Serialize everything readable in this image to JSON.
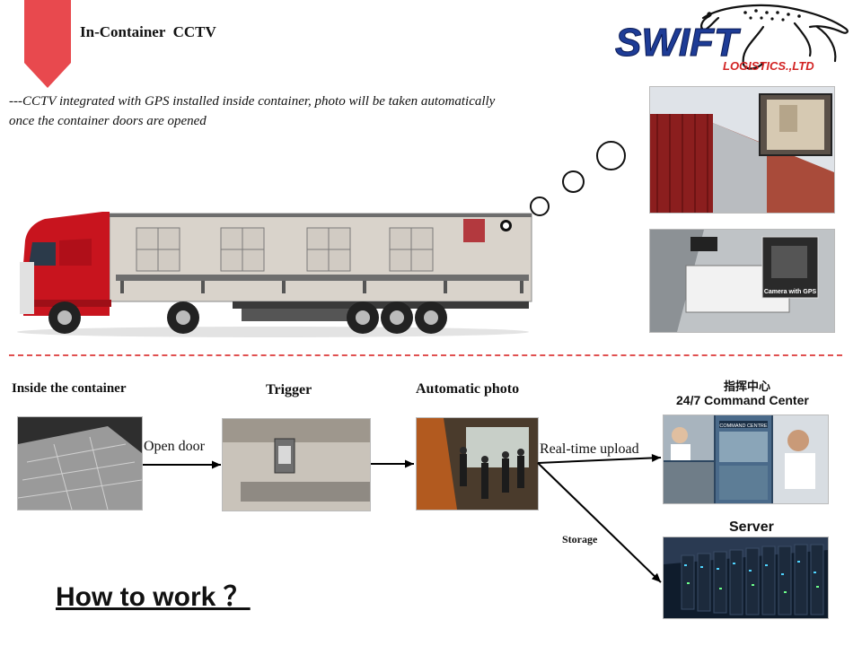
{
  "header": {
    "title": "In-Container  CCTV",
    "description_line1": "---CCTV integrated with GPS installed inside container, photo will be taken automatically",
    "description_line2": "once the container doors are opened"
  },
  "logo": {
    "brand": "SWIFT",
    "subtitle": "LOGISTICS.,LTD"
  },
  "photos": {
    "camera_caption": "Camera with GPS",
    "command_screen_text": "COMMAND CENTRE"
  },
  "flow": {
    "step1_title": "Inside the container",
    "step1_arrow_label": "Open door",
    "step2_title": "Trigger",
    "step3_title": "Automatic photo",
    "step3_arrow_label": "Real-time upload",
    "command_title_cn": "指挥中心",
    "command_title_en": "24/7 Command Center",
    "storage_label": "Storage",
    "server_title": "Server"
  },
  "footer": {
    "how_to_work": "How to work ？"
  },
  "colors": {
    "accent_red": "#e8494e",
    "divider": "#e05050",
    "truck_red": "#c8141e",
    "logo_blue": "#1e3c96",
    "logo_red": "#d22323"
  }
}
